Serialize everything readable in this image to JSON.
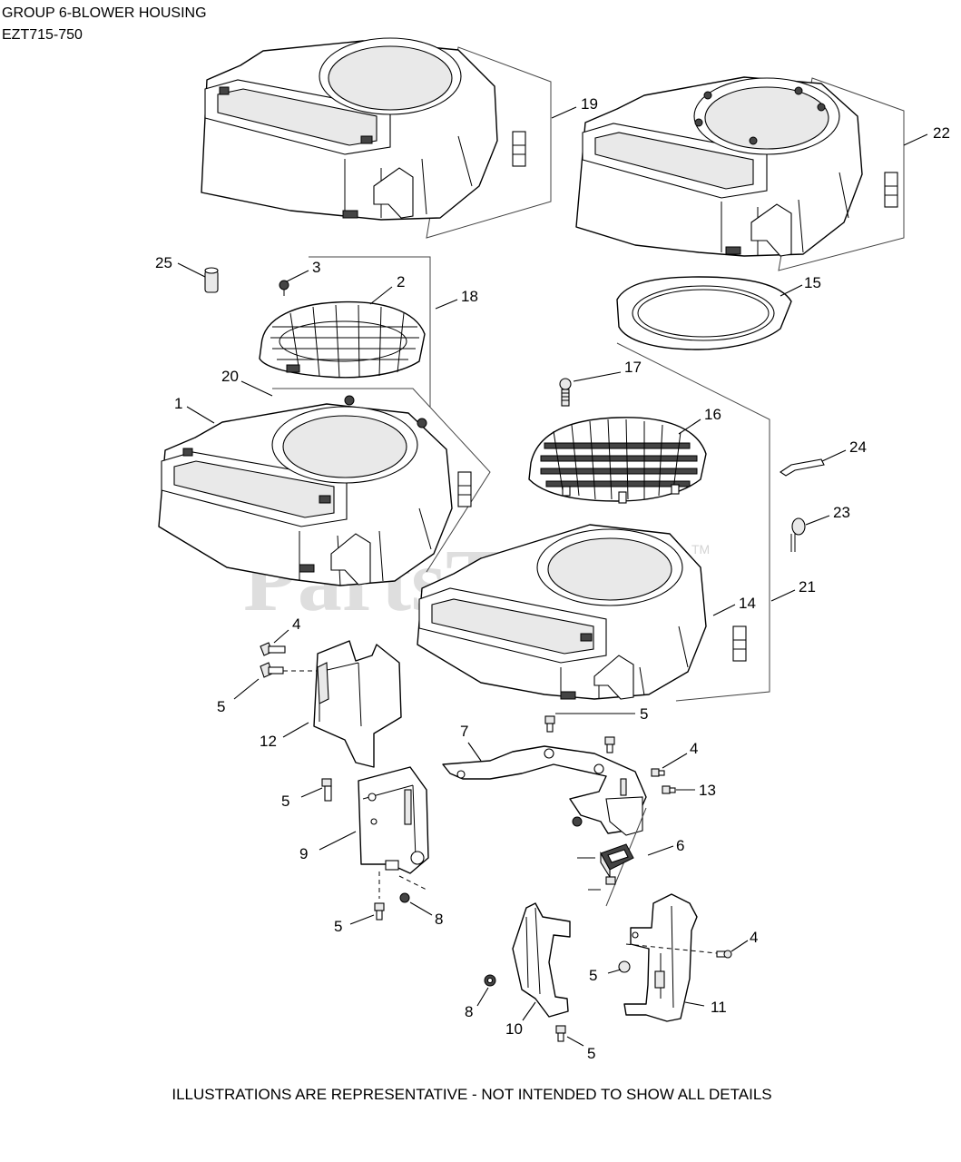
{
  "header": {
    "title_line1": "GROUP 6-BLOWER HOUSING",
    "title_line2": "EZT715-750"
  },
  "footer": {
    "note": "ILLUSTRATIONS ARE REPRESENTATIVE - NOT INTENDED TO SHOW ALL DETAILS"
  },
  "watermark": {
    "text": "PartsTree",
    "trademark": "TM"
  },
  "callouts": {
    "c1": "1",
    "c2": "2",
    "c3": "3",
    "c4a": "4",
    "c4b": "4",
    "c4c": "4",
    "c5a": "5",
    "c5b": "5",
    "c5c": "5",
    "c5d": "5",
    "c5e": "5",
    "c5f": "5",
    "c6": "6",
    "c7": "7",
    "c8a": "8",
    "c8b": "8",
    "c9": "9",
    "c10": "10",
    "c11": "11",
    "c12": "12",
    "c13": "13",
    "c14": "14",
    "c15": "15",
    "c16": "16",
    "c17": "17",
    "c18": "18",
    "c19": "19",
    "c20": "20",
    "c21": "21",
    "c22": "22",
    "c23": "23",
    "c24": "24",
    "c25": "25"
  }
}
